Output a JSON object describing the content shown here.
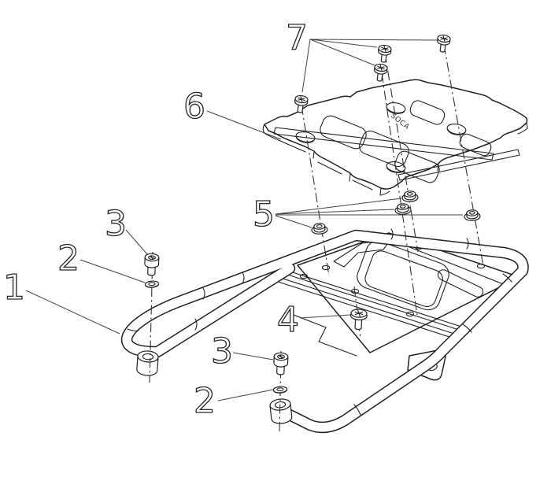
{
  "diagram": {
    "type": "exploded-parts-diagram",
    "background_color": "#ffffff",
    "line_color": "#222222",
    "plate_marking": "SOCA",
    "callouts": [
      {
        "id": "1",
        "label": "1"
      },
      {
        "id": "2-upper",
        "label": "2"
      },
      {
        "id": "2-lower",
        "label": "2"
      },
      {
        "id": "3-upper",
        "label": "3"
      },
      {
        "id": "3-lower",
        "label": "3"
      },
      {
        "id": "4",
        "label": "4"
      },
      {
        "id": "5",
        "label": "5"
      },
      {
        "id": "6",
        "label": "6"
      },
      {
        "id": "7",
        "label": "7"
      }
    ]
  }
}
